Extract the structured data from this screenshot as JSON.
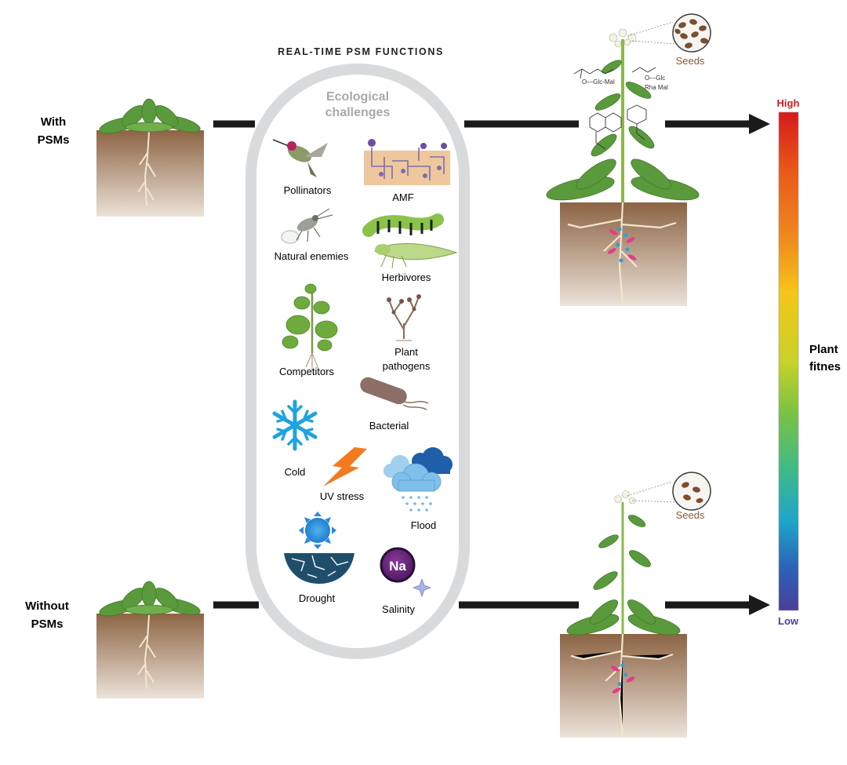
{
  "title": "REAL-TIME PSM FUNCTIONS",
  "rows": {
    "with": [
      "With",
      "PSMs"
    ],
    "without": [
      "Without",
      "PSMs"
    ]
  },
  "challenges": {
    "heading": [
      "Ecological",
      "challenges"
    ],
    "items": {
      "pollinators": "Pollinators",
      "amf": "AMF",
      "natural_enemies": "Natural enemies",
      "herbivores": "Herbivores",
      "competitors": "Competitors",
      "pathogens": [
        "Plant",
        "pathogens"
      ],
      "bacterial": "Bacterial",
      "cold": "Cold",
      "uv": "UV stress",
      "flood": "Flood",
      "drought": "Drought",
      "salinity": "Salinity",
      "sodium_symbol": "Na"
    }
  },
  "seeds_label": "Seeds",
  "molecule_labels": {
    "left": "O—Glc-Mal",
    "right_top": "O—Glc",
    "right_bottom": "Rha   Mal"
  },
  "fitness_scale": {
    "high": "High",
    "low": "Low",
    "label": [
      "Plant",
      "fitnes"
    ],
    "colors": [
      "#d7191c",
      "#e85a1a",
      "#f08c1e",
      "#f5c518",
      "#c8d22a",
      "#7dc242",
      "#3fb98a",
      "#1ea6c9",
      "#2e5fb5",
      "#4a3f9a"
    ]
  },
  "colors": {
    "soil_top": "#8c6444",
    "soil_bottom": "#e9ddd2",
    "arrow": "#1a1a1a",
    "leaf": "#5a9a3c",
    "pill_border": "#d9dadb",
    "heading_gray": "#a7a9ac",
    "seeds_brown": "#8b5a36",
    "high_red": "#d7191c",
    "low_purple": "#4a3f9a"
  }
}
